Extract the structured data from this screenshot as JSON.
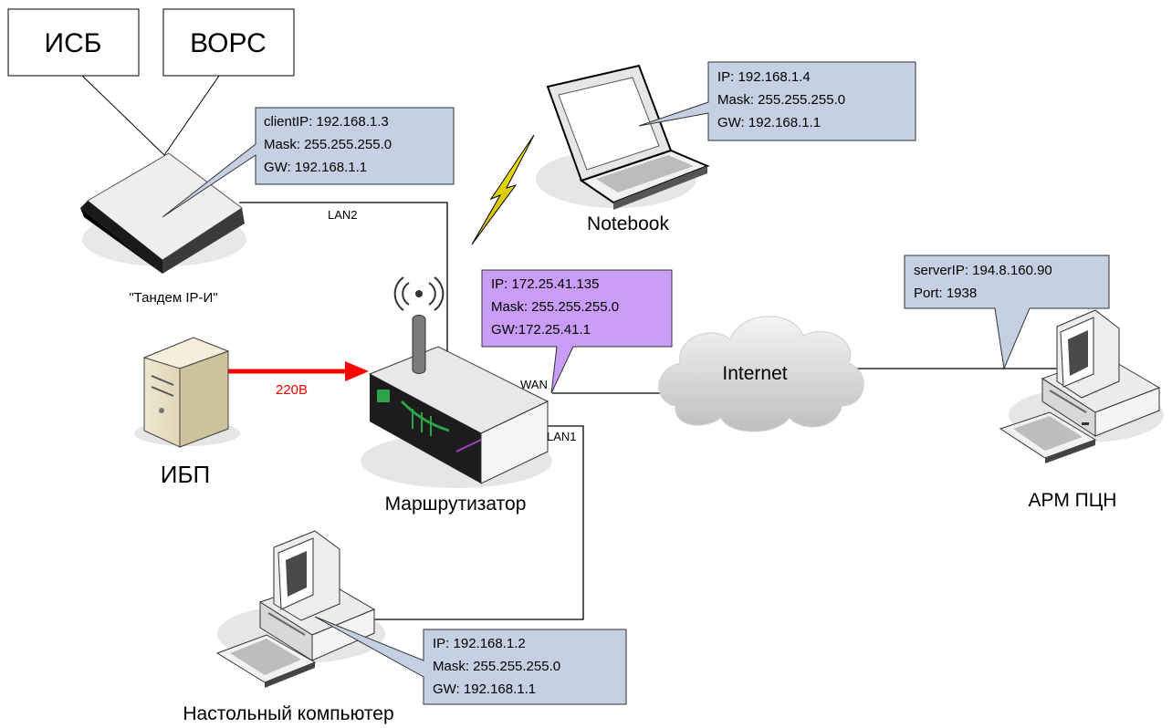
{
  "boxes": {
    "isb": "ИСБ",
    "vors": "ВОРС"
  },
  "devices": {
    "tandem": "\"Тандем IP-И\"",
    "notebook": "Notebook",
    "router": "Маршрутизатор",
    "ups": "ИБП",
    "desktop": "Настольный компьютер",
    "arm": "АРМ ПЦН",
    "internet": "Internet"
  },
  "links": {
    "lan1": "LAN1",
    "lan2": "LAN2",
    "wan": "WAN",
    "power": "220В"
  },
  "callouts": {
    "tandem": [
      "clientIP: 192.168.1.3",
      "Mask: 255.255.255.0",
      "GW: 192.168.1.1"
    ],
    "notebook": [
      "IP: 192.168.1.4",
      "Mask: 255.255.255.0",
      "GW: 192.168.1.1"
    ],
    "router_wan": [
      "IP: 172.25.41.135",
      "Mask: 255.255.255.0",
      "GW:172.25.41.1"
    ],
    "arm": [
      "serverIP: 194.8.160.90",
      "Port: 1938"
    ],
    "desktop": [
      "IP: 192.168.1.2",
      "Mask: 255.255.255.0",
      "GW: 192.168.1.1"
    ]
  },
  "colors": {
    "callout_fill": "#c5d1e3",
    "wan_callout_fill": "#c99cf5",
    "power_line": "#ff0000",
    "lightning": "#e8d400",
    "router_led": "#2fa34a"
  }
}
